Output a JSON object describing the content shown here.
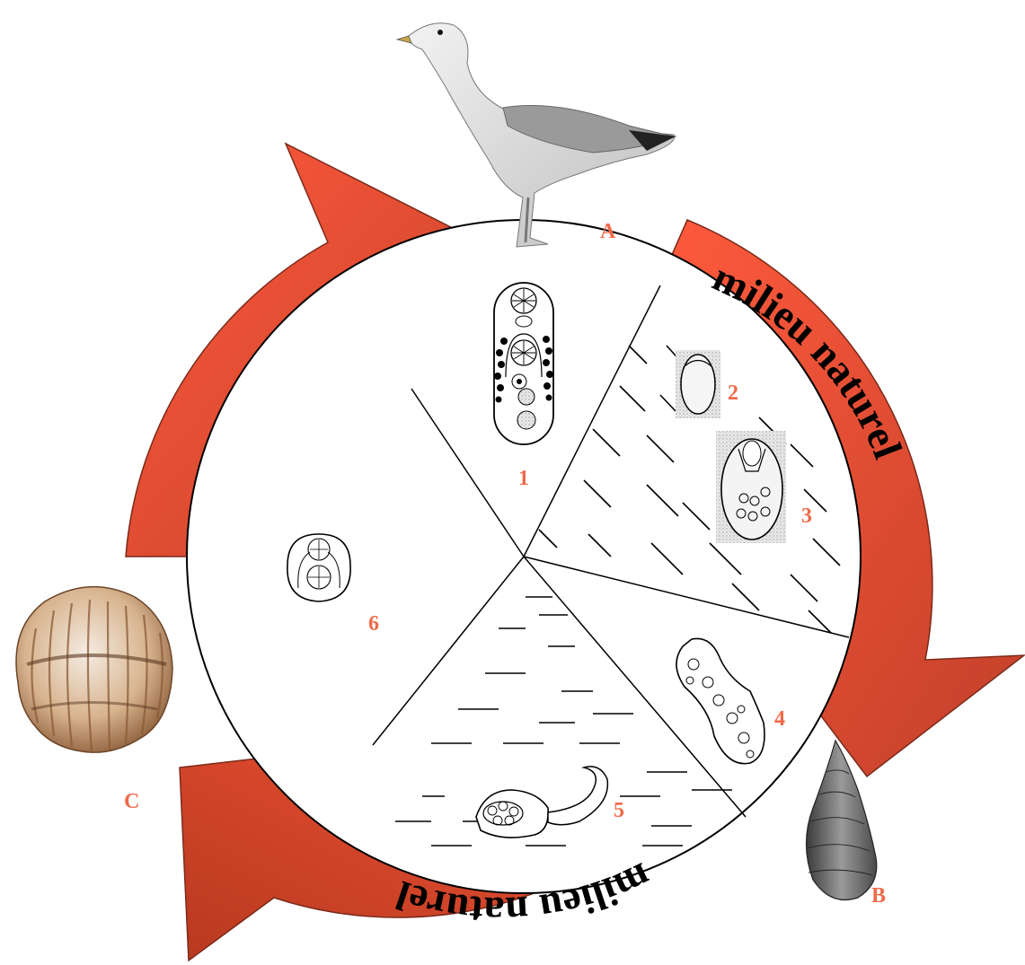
{
  "colors": {
    "arrow_fill": "#f5563a",
    "arrow_dark": "#b83a23",
    "label_color": "#f06a4a",
    "outline": "#000000"
  },
  "hosts": {
    "A": "A",
    "B": "B",
    "C": "C"
  },
  "stages": {
    "s1": "1",
    "s2": "2",
    "s3": "3",
    "s4": "4",
    "s5": "5",
    "s6": "6"
  },
  "arrows": {
    "upper_right": "milieu naturel",
    "bottom": "milieu naturel"
  },
  "illustrations": {
    "host_A": "gull-illustration",
    "host_B": "whelk-shell-illustration",
    "host_C": "cockle-shell-illustration"
  }
}
